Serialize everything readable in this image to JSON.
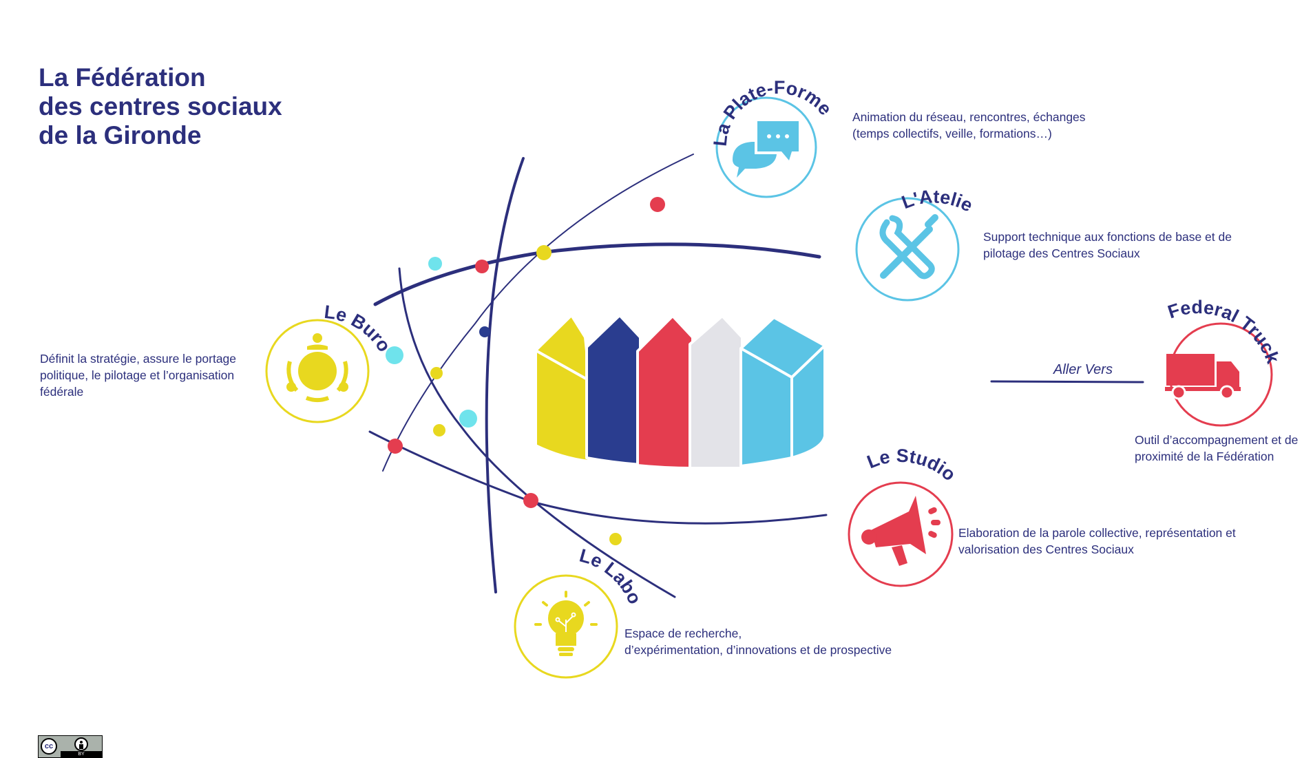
{
  "title": {
    "line1": "La Fédération",
    "line2": "des centres sociaux",
    "line3": "de la Gironde"
  },
  "nodes": {
    "plateforme": {
      "name": "La Plate-Forme",
      "icon": "chat-bubbles-icon",
      "color": "#5bc4e5",
      "desc_line1": "Animation du réseau, rencontres, échanges",
      "desc_line2": "(temps collectifs, veille, formations…)"
    },
    "atelier": {
      "name": "L'Atelier",
      "icon": "wrench-screwdriver-icon",
      "color": "#5bc4e5",
      "desc_line1": "Support technique aux fonctions de base et de",
      "desc_line2": "pilotage des Centres Sociaux"
    },
    "buro": {
      "name": "Le Buro",
      "icon": "meeting-table-icon",
      "color": "#e8d81f",
      "desc_line1": "Définit la stratégie, assure le portage",
      "desc_line2": "politique, le pilotage et l’organisation",
      "desc_line3": "fédérale"
    },
    "truck": {
      "name": "Federal Truck",
      "icon": "truck-icon",
      "color": "#e43d4f",
      "desc_line1": "Outil d’accompagnement et de",
      "desc_line2": "proximité  de la Fédération",
      "aller_vers": "Aller Vers"
    },
    "studio": {
      "name": "Le Studio",
      "icon": "megaphone-icon",
      "color": "#e43d4f",
      "desc_line1": "Elaboration de la parole collective, représentation  et",
      "desc_line2": "valorisation des Centres Sociaux"
    },
    "labo": {
      "name": "Le Labo",
      "icon": "lightbulb-icon",
      "color": "#e8d81f",
      "desc_line1": "Espace de recherche,",
      "desc_line2": "d’expérimentation, d’innovations et de prospective"
    }
  },
  "colors": {
    "navy": "#2c2f7c",
    "yellow": "#e8d81f",
    "blue": "#2a3d8f",
    "red": "#e43d4f",
    "grey": "#e3e3e8",
    "light_blue": "#5bc4e5"
  },
  "license": {
    "cc": "cc",
    "by": "BY",
    "icon": "creative-commons-by-icon"
  }
}
